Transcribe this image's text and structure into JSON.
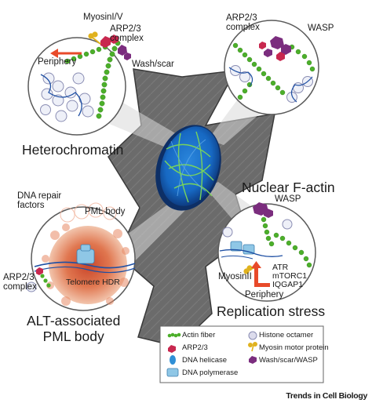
{
  "labels": {
    "myosin_iv": "MyosinI/V",
    "arp23_top_left": "ARP2/3\ncomplex",
    "periphery_top": "Periphery",
    "wash_scar": "Wash/scar",
    "arp23_top_right": "ARP2/3\ncomplex",
    "wasp_top": "WASP",
    "heterochromatin": "Heterochromatin",
    "nuclear_factin": "Nuclear F-actin",
    "dna_repair": "DNA repair\nfactors",
    "pml_body": "PML body",
    "telomere_hdr": "Telomere HDR",
    "arp23_bottom_left": "ARP2/3\ncomplex",
    "alt_pml": "ALT-associated\nPML body",
    "wasp_bottom": "WASP",
    "myosin_ii": "MyosinII",
    "atr": "ATR",
    "mtorc1": "mTORC1",
    "iqgap1": "IQGAP1",
    "periphery_bottom": "Periphery",
    "replication_stress": "Replication stress"
  },
  "legend": [
    {
      "label": "Actin fiber",
      "icon": "actin-fiber-icon",
      "color": "#4caf2a"
    },
    {
      "label": "Histone octamer",
      "icon": "histone-octamer-icon",
      "color": "#a7a9c9"
    },
    {
      "label": "ARP2/3",
      "icon": "arp23-icon",
      "color": "#c8284f"
    },
    {
      "label": "Myosin motor protein",
      "icon": "myosin-motor-icon",
      "color": "#e0b21e"
    },
    {
      "label": "DNA helicase",
      "icon": "dna-helicase-icon",
      "color": "#2f8fd6"
    },
    {
      "label": "Wash/scar/WASP",
      "icon": "wash-scar-wasp-icon",
      "color": "#7b2d7e"
    },
    {
      "label": "DNA polymerase",
      "icon": "dna-polymerase-icon",
      "color": "#8fc7e6"
    }
  ],
  "footer": "Trends in Cell Biology",
  "colors": {
    "cell": "#5c5c5c",
    "nucleus": "#1e6ec8",
    "actin": "#4caf2a",
    "pml": "#d8663f",
    "arp": "#c8284f",
    "wasp": "#7b2d7e"
  }
}
